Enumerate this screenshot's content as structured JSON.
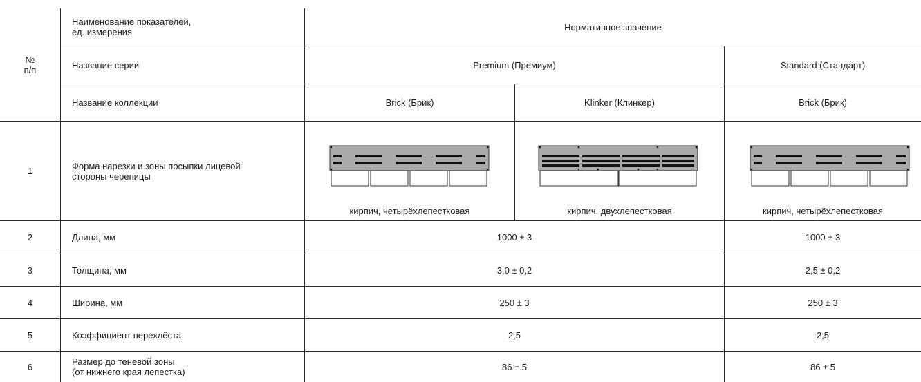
{
  "header": {
    "num": "№\nп/п",
    "indicator": "Наименование показателей,\nед. измерения",
    "normative": "Нормативное значение",
    "series_label": "Название серии",
    "series_premium": "Premium (Премиум)",
    "series_standard": "Standard (Стандарт)",
    "collection_label": "Название коллекции",
    "col_brick": "Brick (Брик)",
    "col_klinker": "Klinker (Клинкер)",
    "col_brick2": "Brick (Брик)"
  },
  "rows": [
    {
      "num": "1",
      "name": "Форма нарезки и зоны посыпки лицевой\nстороны черепицы",
      "cap_brick": "кирпич, четырёхлепестковая",
      "cap_klinker": "кирпич, двухлепестковая",
      "cap_brick2": "кирпич, четырёхлепестковая"
    },
    {
      "num": "2",
      "name": "Длина, мм",
      "premium": "1000 ± 3",
      "standard": "1000 ± 3"
    },
    {
      "num": "3",
      "name": "Толщина, мм",
      "premium": "3,0 ± 0,2",
      "standard": "2,5 ± 0,2"
    },
    {
      "num": "4",
      "name": "Ширина, мм",
      "premium": "250 ± 3",
      "standard": "250 ± 3"
    },
    {
      "num": "5",
      "name": "Коэффициент перехлёста",
      "premium": "2,5",
      "standard": "2,5"
    },
    {
      "num": "6",
      "name": "Размер до теневой зоны\n(от нижнего края лепестка)",
      "premium": "86 ± 5",
      "standard": "86 ± 5"
    }
  ],
  "colors": {
    "line": "#2b2b2b",
    "tile_fill": "#a9a9a9",
    "tile_stripe": "#111111"
  },
  "icons": [
    "four-tab-shingle-icon",
    "two-tab-shingle-icon",
    "four-tab-shingle-icon"
  ]
}
